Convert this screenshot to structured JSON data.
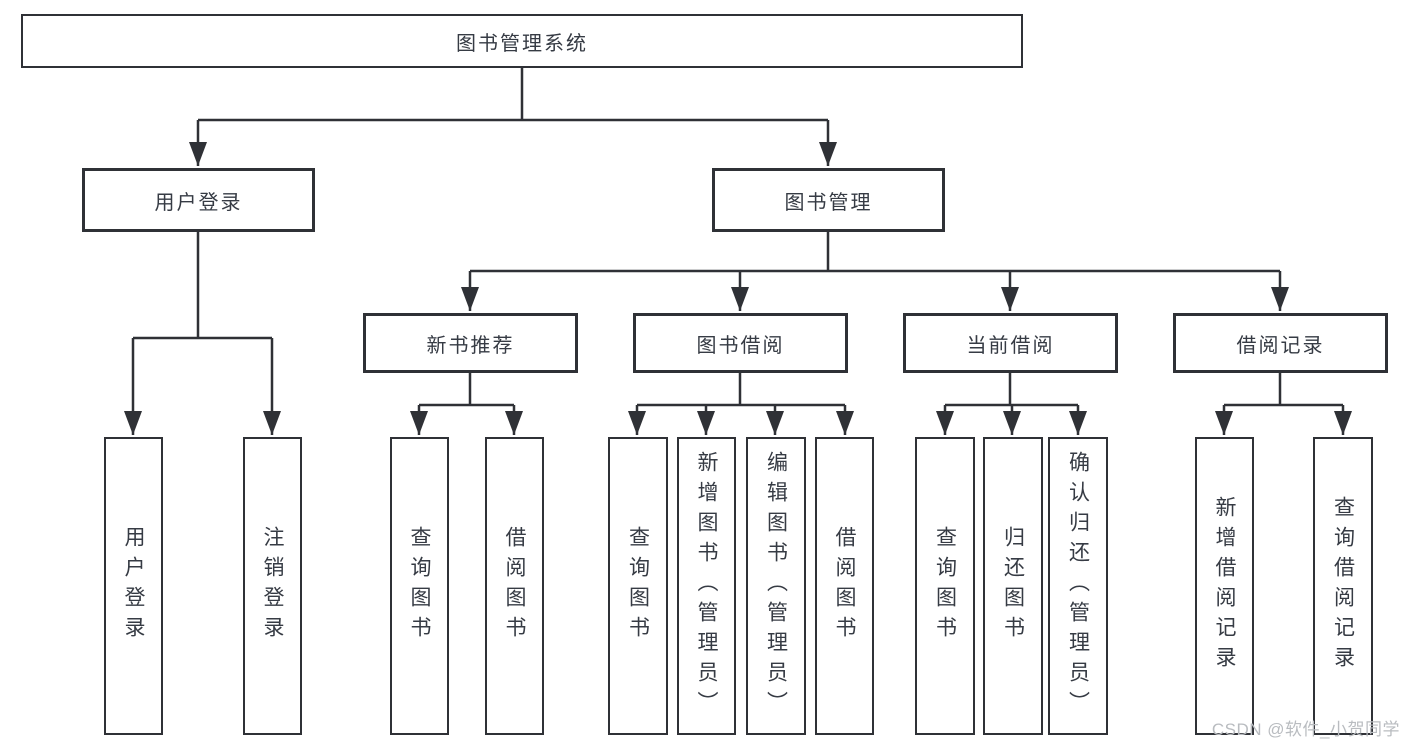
{
  "tree": {
    "label": "图书管理系统",
    "children": [
      {
        "label": "用户登录",
        "children": [
          {
            "label": "用户登录"
          },
          {
            "label": "注销登录"
          }
        ]
      },
      {
        "label": "图书管理",
        "children": [
          {
            "label": "新书推荐",
            "children": [
              {
                "label": "查询图书"
              },
              {
                "label": "借阅图书"
              }
            ]
          },
          {
            "label": "图书借阅",
            "children": [
              {
                "label": "查询图书"
              },
              {
                "label": "新增图书（管理员）"
              },
              {
                "label": "编辑图书（管理员）"
              },
              {
                "label": "借阅图书"
              }
            ]
          },
          {
            "label": "当前借阅",
            "children": [
              {
                "label": "查询图书"
              },
              {
                "label": "归还图书"
              },
              {
                "label": "确认归还（管理员）"
              }
            ]
          },
          {
            "label": "借阅记录",
            "children": [
              {
                "label": "新增借阅记录"
              },
              {
                "label": "查询借阅记录"
              }
            ]
          }
        ]
      }
    ]
  },
  "watermark": "CSDN @软件_小贺同学",
  "colors": {
    "line": "#2f3136",
    "text": "#363b44",
    "background": "#ffffff",
    "watermark_text": "#b9bcc0"
  }
}
